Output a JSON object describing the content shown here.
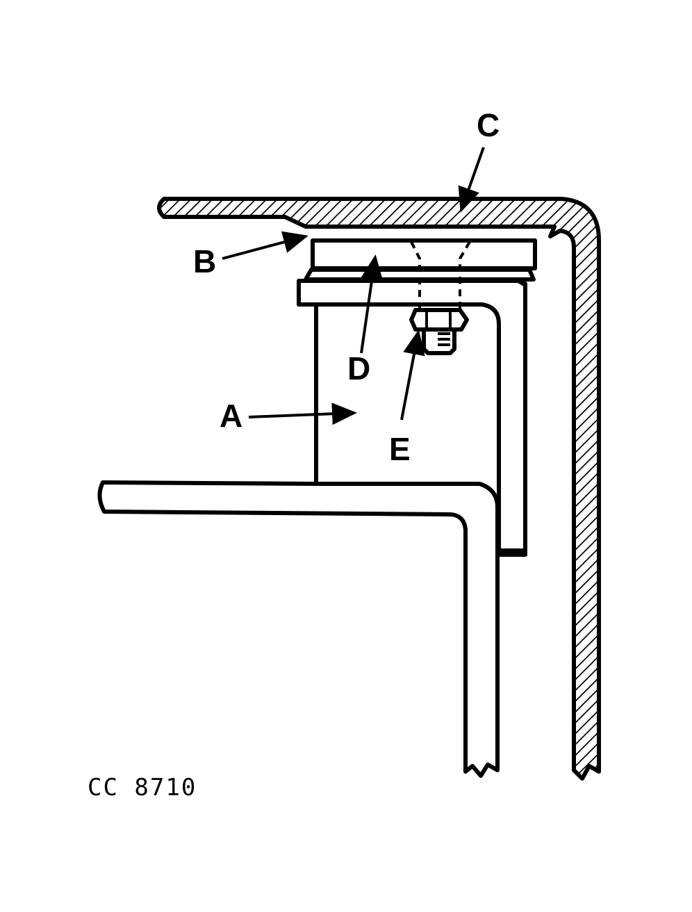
{
  "callouts": {
    "a": "A",
    "b": "B",
    "c": "C",
    "d": "D",
    "e": "E"
  },
  "figure_code": "CC 8710"
}
